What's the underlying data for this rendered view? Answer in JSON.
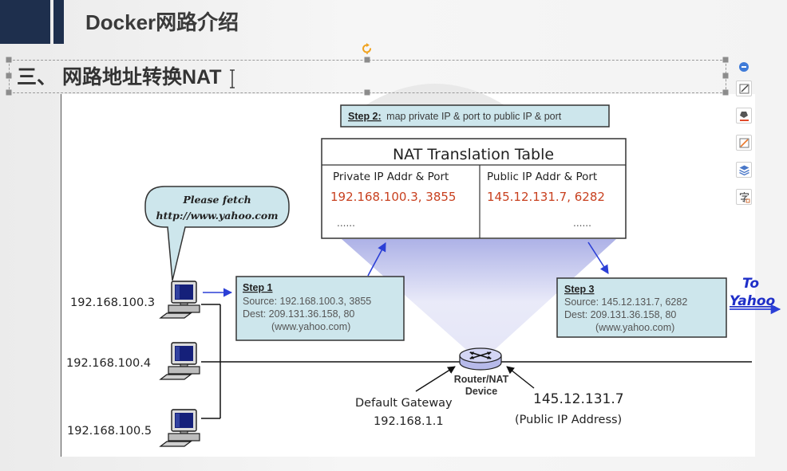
{
  "slide": {
    "title": "Docker网路介绍",
    "section_heading": "三、 网路地址转换NAT"
  },
  "toolbar": {
    "icons": [
      "collapse-icon",
      "shape-edit-icon",
      "fill-color-icon",
      "outline-color-icon",
      "layers-icon",
      "text-style-icon"
    ]
  },
  "diagram": {
    "step2": {
      "label": "Step 2:",
      "text": "map private IP & port to public IP & port"
    },
    "nat_table": {
      "title": "NAT Translation Table",
      "headers": [
        "Private IP Addr & Port",
        "Public IP Addr & Port"
      ],
      "rows": [
        [
          "192.168.100.3, 3855",
          "145.12.131.7, 6282"
        ],
        [
          "......",
          "......"
        ]
      ]
    },
    "request_bubble": {
      "line1": "Please fetch",
      "line2": "http://www.yahoo.com"
    },
    "hosts": [
      {
        "ip": "192.168.100.3"
      },
      {
        "ip": "192.168.100.4"
      },
      {
        "ip": "192.168.100.5"
      }
    ],
    "step1": {
      "title": "Step 1",
      "source": "Source: 192.168.100.3, 3855",
      "dest": "Dest: 209.131.36.158, 80",
      "host": "(www.yahoo.com)"
    },
    "step3": {
      "title": "Step 3",
      "source": "Source: 145.12.131.7, 6282",
      "dest": "Dest: 209.131.36.158, 80",
      "host": "(www.yahoo.com)"
    },
    "destination": {
      "to": "To",
      "name": "Yahoo"
    },
    "router": {
      "line1": "Router/NAT",
      "line2": "Device"
    },
    "gateway": {
      "label": "Default Gateway",
      "ip": "192.168.1.1"
    },
    "public_address": {
      "ip": "145.12.131.7",
      "label": "(Public IP Address)"
    }
  },
  "colors": {
    "header_navy": "#1e2f4d",
    "step_box_fill": "#cde6ec",
    "table_value_red": "#c8401f",
    "arrow_blue": "#2b3fd6",
    "router_fill": "#d3d5f4",
    "destination_blue": "#1f2fc8",
    "selection_handle": "#8c8c8c",
    "rotate_handle": "#f0a21e",
    "toolbar_accent": "#3f7bd8"
  }
}
